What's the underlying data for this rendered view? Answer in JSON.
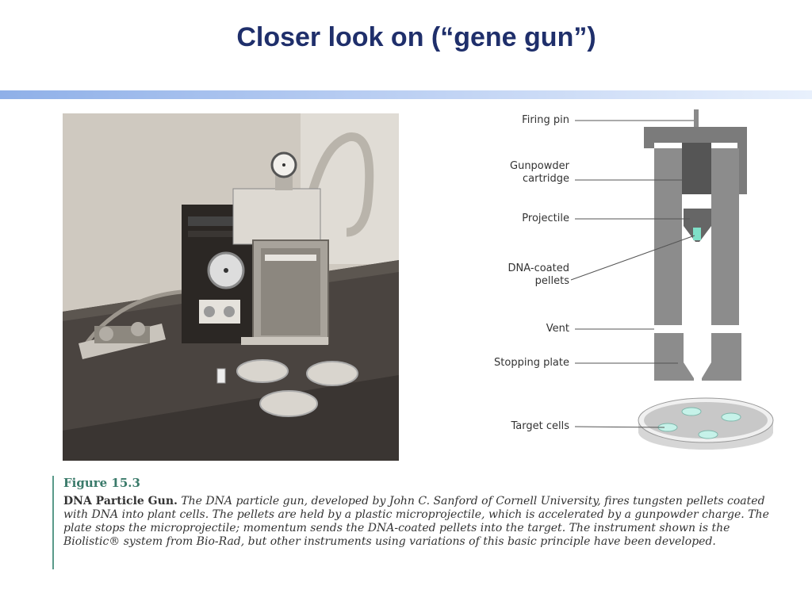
{
  "slide": {
    "title": "Closer look on (“gene gun”)"
  },
  "photo": {
    "icon": "gene-gun-apparatus-photo"
  },
  "diagram": {
    "labels": {
      "firing_pin": "Firing pin",
      "gunpowder_line1": "Gunpowder",
      "gunpowder_line2": "cartridge",
      "projectile": "Projectile",
      "dna_line1": "DNA-coated",
      "dna_line2": "pellets",
      "vent": "Vent",
      "stopping_plate": "Stopping plate",
      "target_cells": "Target cells"
    }
  },
  "caption": {
    "figure_number": "Figure 15.3",
    "heading": "DNA Particle Gun.",
    "body": " The DNA particle gun, developed by John C. Sanford of Cornell University, fires tungsten pellets coated with DNA into plant cells. The pellets are held by a plastic microprojectile, which is accelerated by a gunpowder charge. The plate stops the microprojectile; momentum sends the DNA-coated pellets into the target. The instrument shown is the Biolistic® system from Bio-Rad, but other instruments using variations of this basic principle have been developed."
  }
}
